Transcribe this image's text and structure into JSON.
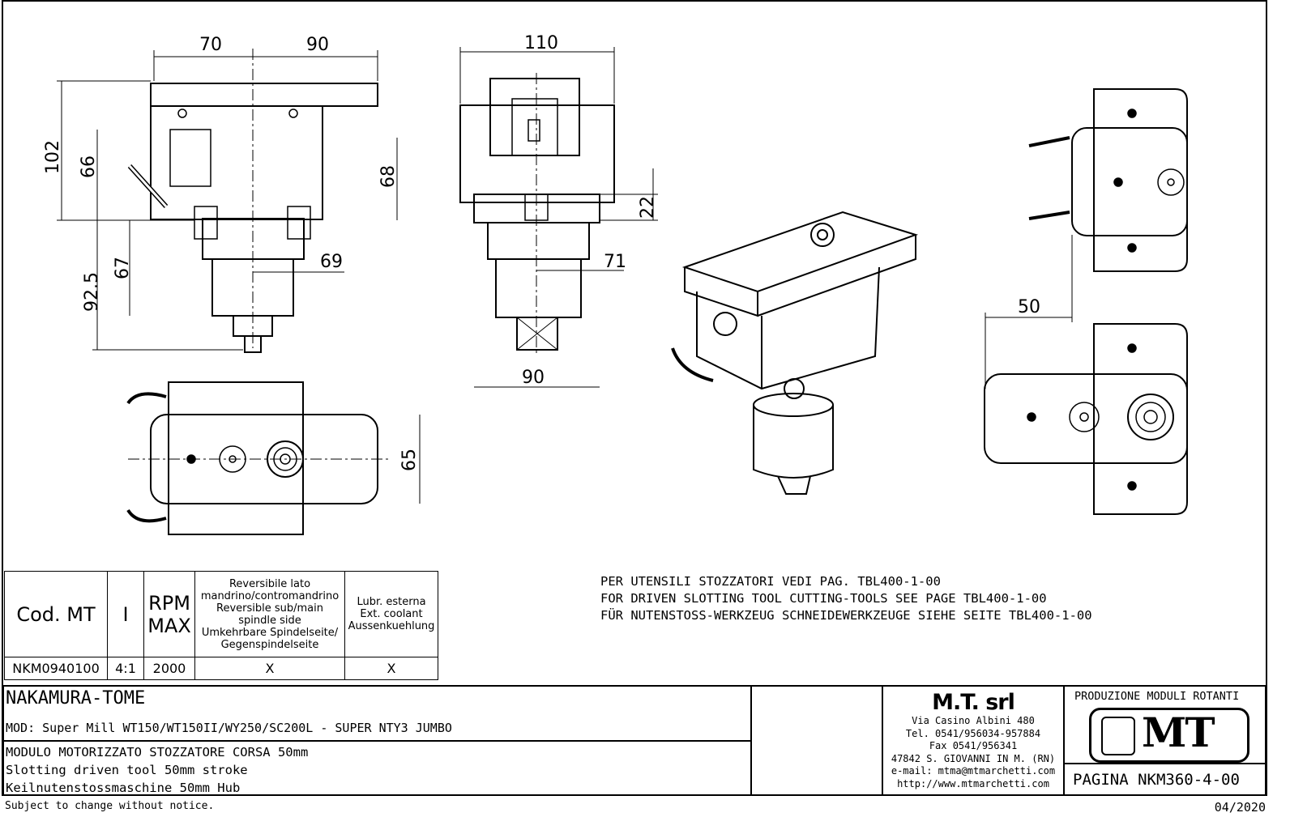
{
  "dimensions": {
    "front_width_left": "70",
    "front_width_right": "90",
    "front_height_total": "102",
    "front_height_upper": "66",
    "front_height_right": "68",
    "front_lower_total": "92.5",
    "front_lower": "67",
    "front_offset": "69",
    "side_width": "110",
    "side_height": "22",
    "side_offset": "71",
    "side_base": "90",
    "top_width": "65",
    "stroke": "50"
  },
  "notes": [
    "PER UTENSILI STOZZATORI VEDI PAG. TBL400-1-00",
    "FOR DRIVEN SLOTTING TOOL CUTTING-TOOLS SEE PAGE TBL400-1-00",
    "FÜR NUTENSTOSS-WERKZEUG SCHNEIDEWERKZEUGE SIEHE SEITE TBL400-1-00"
  ],
  "spec_table": {
    "headers": {
      "code": "Cod. MT",
      "ratio": "I",
      "rpm_1": "RPM",
      "rpm_2": "MAX",
      "reversible": [
        "Reversibile lato",
        "mandrino/contromandrino",
        "Reversible sub/main",
        "spindle side",
        "Umkehrbare Spindelseite/",
        "Gegenspindelseite"
      ],
      "coolant": [
        "Lubr. esterna",
        "Ext. coolant",
        "Aussenkuehlung"
      ]
    },
    "rows": [
      {
        "code": "NKM0940100",
        "ratio": "4:1",
        "rpm": "2000",
        "reversible": "X",
        "coolant": "X"
      }
    ]
  },
  "title_block": {
    "manufacturer": "NAKAMURA-TOME",
    "model": "MOD: Super Mill WT150/WT150II/WY250/SC200L - SUPER NTY3 JUMBO",
    "desc_it": "MODULO MOTORIZZATO STOZZATORE CORSA 50mm",
    "desc_en": "Slotting driven tool 50mm stroke",
    "desc_de": "Keilnutenstossmaschine 50mm Hub",
    "company": "M.T. srl",
    "address": [
      "Via Casino Albini 480",
      "Tel. 0541/956034-957884",
      "Fax 0541/956341",
      "47842 S. GIOVANNI IN M. (RN)",
      "e-mail: mtma@mtmarchetti.com",
      "http://www.mtmarchetti.com"
    ],
    "division": "PRODUZIONE MODULI ROTANTI",
    "logo_text": "MT",
    "page": "PAGINA NKM360-4-00"
  },
  "footer": {
    "disclaimer": "Subject to change without notice.",
    "date": "04/2020"
  }
}
